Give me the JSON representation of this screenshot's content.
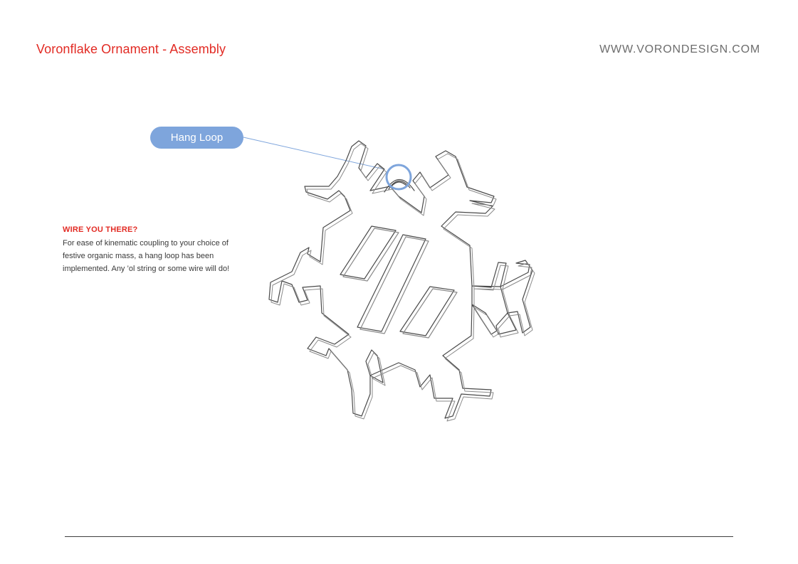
{
  "header": {
    "title": "Voronflake Ornament - Assembly",
    "website": "WWW.VORONDESIGN.COM"
  },
  "callout": {
    "label": "Hang Loop"
  },
  "note": {
    "heading": "WIRE YOU THERE?",
    "body": "For ease of kinematic coupling to your choice of festive organic mass, a hang loop has been implemented. Any ’ol string or some wire will do!"
  },
  "colors": {
    "accent_red": "#e22b24",
    "callout_blue": "#7ea5dc",
    "outline_gray": "#4a4a4a"
  },
  "icons": {
    "figure": "snowflake-ornament-outline"
  }
}
